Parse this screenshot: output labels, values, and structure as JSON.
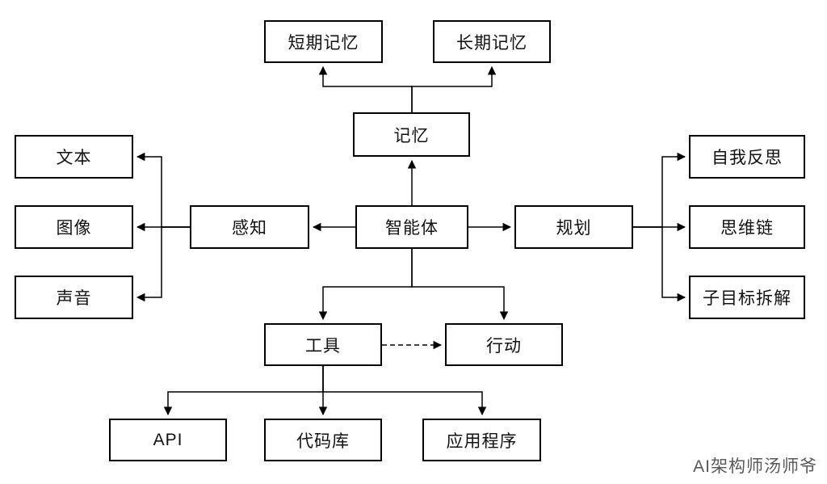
{
  "diagram": {
    "nodes": {
      "agent": {
        "label": "智能体"
      },
      "memory": {
        "label": "记忆"
      },
      "short_term_memory": {
        "label": "短期记忆"
      },
      "long_term_memory": {
        "label": "长期记忆"
      },
      "perception": {
        "label": "感知"
      },
      "text": {
        "label": "文本"
      },
      "image": {
        "label": "图像"
      },
      "sound": {
        "label": "声音"
      },
      "planning": {
        "label": "规划"
      },
      "self_reflection": {
        "label": "自我反思"
      },
      "chain_of_thought": {
        "label": "思维链"
      },
      "subgoal_decomposition": {
        "label": "子目标拆解"
      },
      "tools": {
        "label": "工具"
      },
      "action": {
        "label": "行动"
      },
      "api": {
        "label": "API"
      },
      "code_library": {
        "label": "代码库"
      },
      "application": {
        "label": "应用程序"
      }
    },
    "edges": [
      {
        "from": "智能体",
        "to": "记忆",
        "style": "solid-arrow"
      },
      {
        "from": "记忆",
        "to": "短期记忆",
        "style": "solid-arrow"
      },
      {
        "from": "记忆",
        "to": "长期记忆",
        "style": "solid-arrow"
      },
      {
        "from": "智能体",
        "to": "感知",
        "style": "solid-arrow"
      },
      {
        "from": "感知",
        "to": "文本",
        "style": "solid-arrow"
      },
      {
        "from": "感知",
        "to": "图像",
        "style": "solid-arrow"
      },
      {
        "from": "感知",
        "to": "声音",
        "style": "solid-arrow"
      },
      {
        "from": "智能体",
        "to": "规划",
        "style": "solid-arrow"
      },
      {
        "from": "规划",
        "to": "自我反思",
        "style": "solid-arrow"
      },
      {
        "from": "规划",
        "to": "思维链",
        "style": "solid-arrow"
      },
      {
        "from": "规划",
        "to": "子目标拆解",
        "style": "solid-arrow"
      },
      {
        "from": "智能体",
        "to": "工具",
        "style": "solid-arrow"
      },
      {
        "from": "智能体",
        "to": "行动",
        "style": "solid-arrow"
      },
      {
        "from": "工具",
        "to": "行动",
        "style": "dashed-arrow"
      },
      {
        "from": "工具",
        "to": "API",
        "style": "solid-arrow"
      },
      {
        "from": "工具",
        "to": "代码库",
        "style": "solid-arrow"
      },
      {
        "from": "工具",
        "to": "应用程序",
        "style": "solid-arrow"
      }
    ],
    "watermark": "AI架构师汤师爷",
    "colors": {
      "node_border": "#000000",
      "node_fill": "#ffffff",
      "edge": "#000000",
      "watermark": "#595959",
      "background": "#ffffff"
    }
  }
}
